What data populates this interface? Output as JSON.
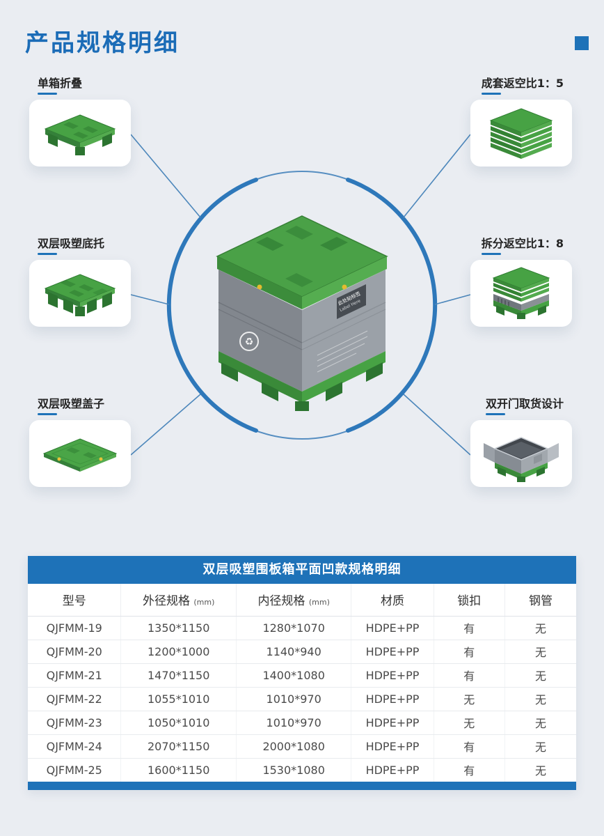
{
  "page": {
    "title": "产品规格明细",
    "accent_color": "#1e72b8"
  },
  "center_product": {
    "label_text": "此处贴标签",
    "label_sub": "Label Here"
  },
  "callouts": [
    {
      "label": "单箱折叠"
    },
    {
      "label": "成套返空比1：5"
    },
    {
      "label": "双层吸塑底托"
    },
    {
      "label": "拆分返空比1：8"
    },
    {
      "label": "双层吸塑盖子"
    },
    {
      "label": "双开门取货设计"
    }
  ],
  "table": {
    "title": "双层吸塑围板箱平面凹款规格明细",
    "headers": [
      {
        "label": "型号",
        "unit": ""
      },
      {
        "label": "外径规格",
        "unit": "(mm)"
      },
      {
        "label": "内径规格",
        "unit": "(mm)"
      },
      {
        "label": "材质",
        "unit": ""
      },
      {
        "label": "锁扣",
        "unit": ""
      },
      {
        "label": "钢管",
        "unit": ""
      }
    ],
    "rows": [
      [
        "QJFMM-19",
        "1350*1150",
        "1280*1070",
        "HDPE+PP",
        "有",
        "无"
      ],
      [
        "QJFMM-20",
        "1200*1000",
        "1140*940",
        "HDPE+PP",
        "有",
        "无"
      ],
      [
        "QJFMM-21",
        "1470*1150",
        "1400*1080",
        "HDPE+PP",
        "有",
        "无"
      ],
      [
        "QJFMM-22",
        "1055*1010",
        "1010*970",
        "HDPE+PP",
        "无",
        "无"
      ],
      [
        "QJFMM-23",
        "1050*1010",
        "1010*970",
        "HDPE+PP",
        "无",
        "无"
      ],
      [
        "QJFMM-24",
        "2070*1150",
        "2000*1080",
        "HDPE+PP",
        "有",
        "无"
      ],
      [
        "QJFMM-25",
        "1600*1150",
        "1530*1080",
        "HDPE+PP",
        "有",
        "无"
      ]
    ]
  }
}
